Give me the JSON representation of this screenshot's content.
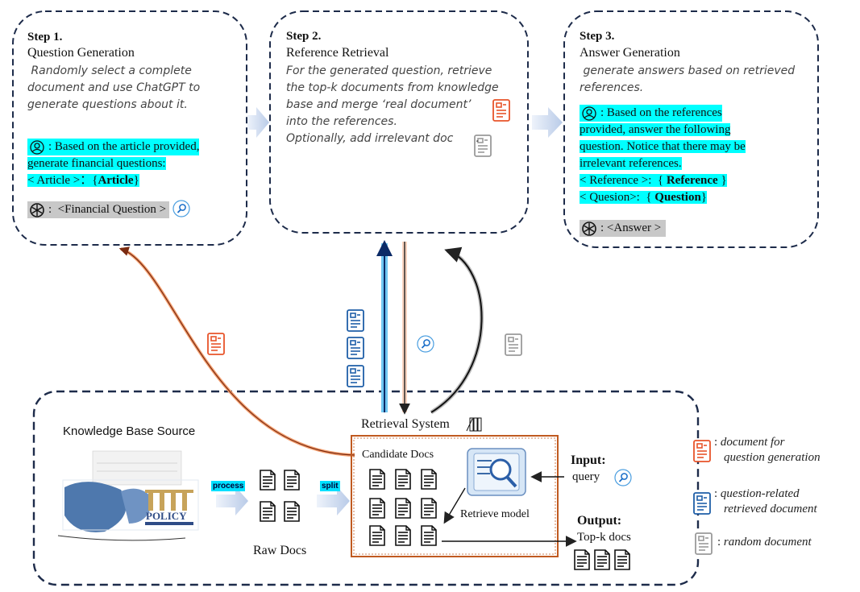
{
  "step1": {
    "title": "Step 1.",
    "subtitle": "Question Generation",
    "desc": [
      " Randomly select a complete",
      "document and use ChatGPT to",
      "generate questions about it."
    ],
    "prompt": [
      ": Based on the article provided,",
      "generate financial questions:"
    ],
    "article_prefix": "< Article >：{",
    "article_bold": "Article",
    "article_suffix": "}",
    "output_label": ":  <Financial Question >"
  },
  "step2": {
    "title": "Step 2.",
    "subtitle": "Reference Retrieval",
    "desc": [
      "For the generated question, retrieve",
      "the top-k documents from knowledge",
      "base and merge ‘real document’",
      "into the references.",
      "Optionally, add irrelevant doc"
    ],
    "desc_end": "."
  },
  "step3": {
    "title": "Step 3.",
    "subtitle": "Answer Generation",
    "desc": [
      " generate answers based on retrieved",
      "references."
    ],
    "prompt": [
      ": Based on the references",
      "provided, answer the following",
      "question. Notice that there may be",
      "irrelevant references."
    ],
    "ref_prefix": "< Reference >:  { ",
    "ref_bold": "Reference",
    "ref_suffix": " }",
    "q_prefix": "< Quesion>:  { ",
    "q_bold": "Question",
    "q_suffix": "}",
    "output_label": ": <Answer >"
  },
  "kb": {
    "title": "Knowledge Base Source",
    "policy_label": "POLICY",
    "process_tag": "process",
    "split_tag": "split",
    "raw_docs": "Raw Docs",
    "retrieval_system": "Retrieval System",
    "candidate_docs": "Candidate Docs",
    "retrieve_model": "Retrieve model",
    "input_label": "Input:",
    "input_value": "query",
    "output_label": "Output:",
    "output_value": "Top-k docs"
  },
  "legend": [
    {
      "text": [
        "document for",
        "question generation"
      ],
      "color": "#e8542a"
    },
    {
      "text": [
        "question-related",
        "retrieved document"
      ],
      "color": "#1f5fa8"
    },
    {
      "text": [
        "random document"
      ],
      "color": "#9a9a9a"
    }
  ],
  "colors": {
    "highlight": "#00ffff",
    "orange": "#e8542a",
    "blue": "#1f5fa8",
    "gray": "#9a9a9a",
    "cyan_arrow": "#1aa0e6"
  }
}
